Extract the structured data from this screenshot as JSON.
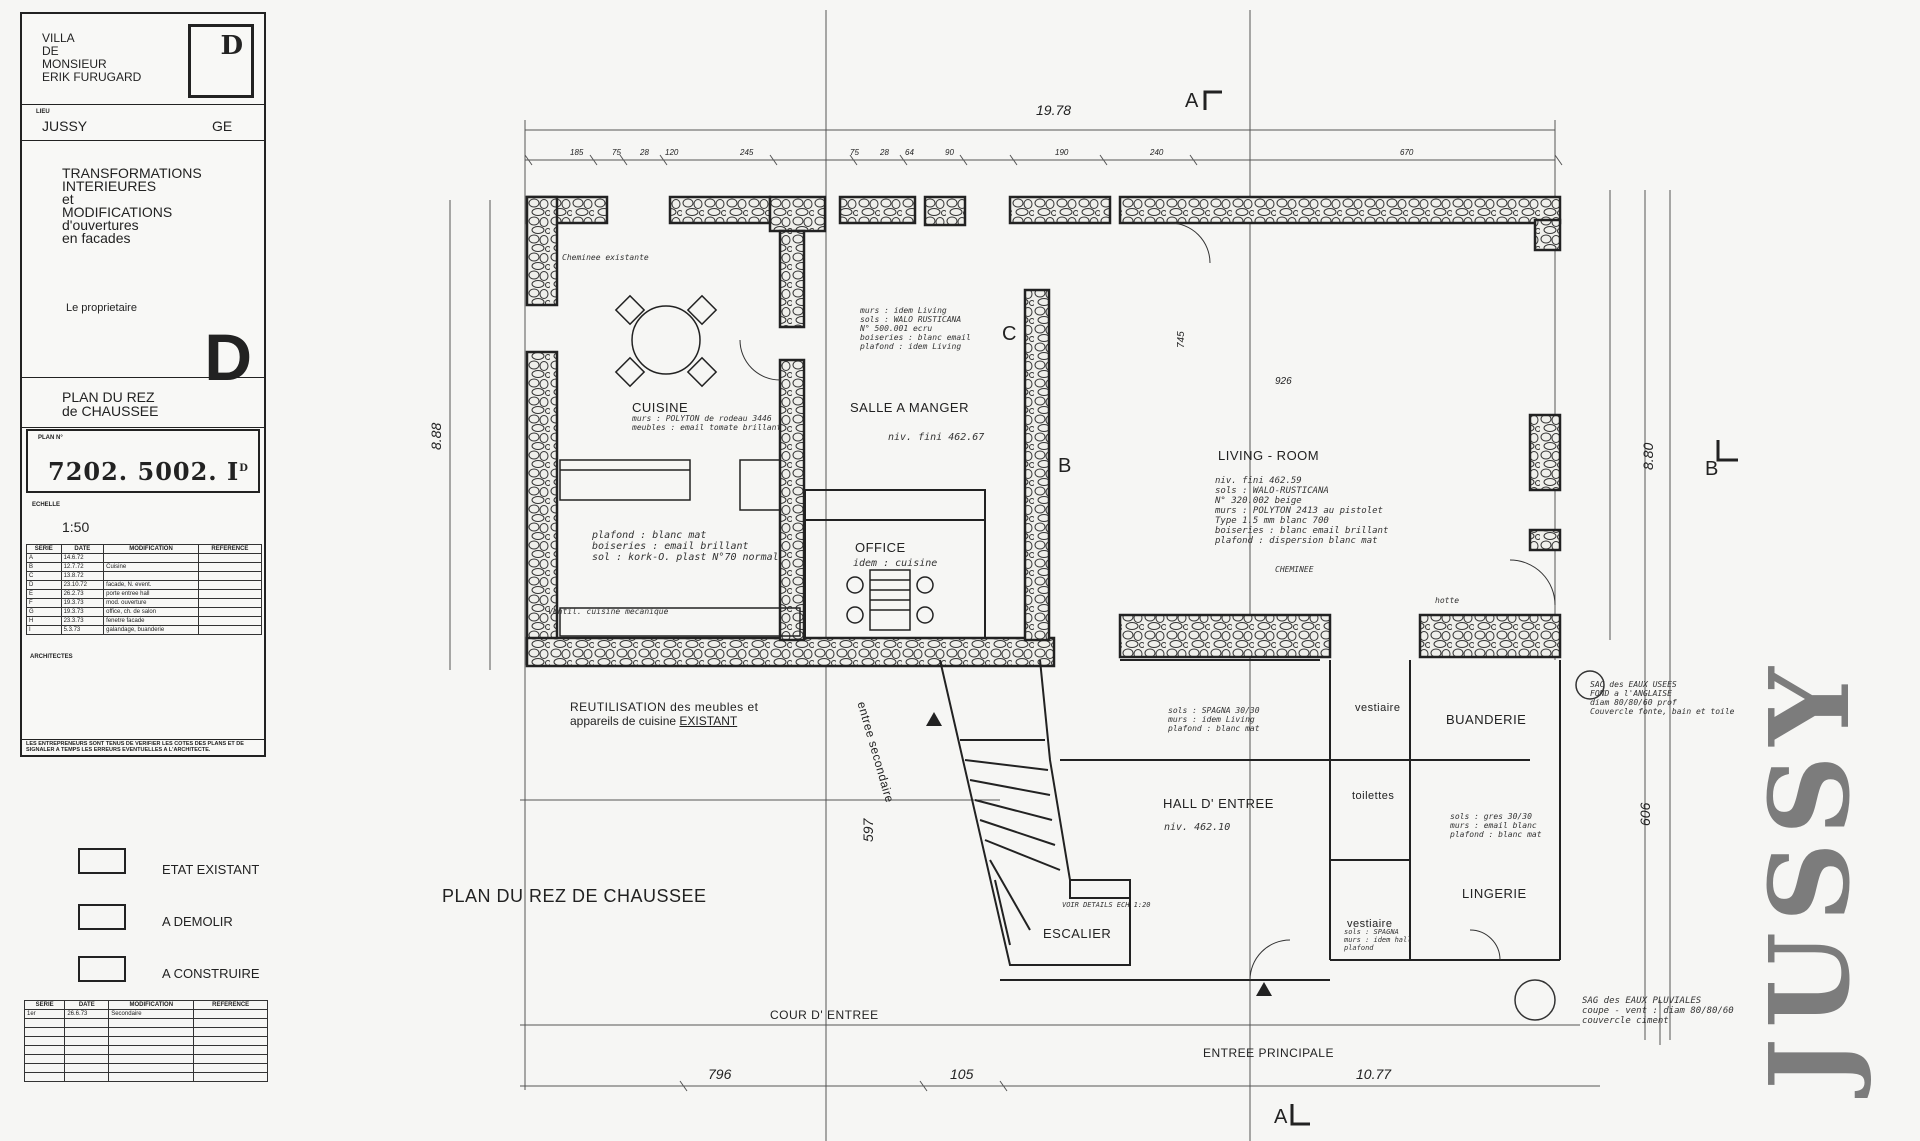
{
  "title_block": {
    "owner": "VILLA\nDE\nMONSIEUR\nERIK FURUGARD",
    "sheet_letter": "D",
    "lieu_label": "LIEU",
    "place": "JUSSY",
    "canton": "GE",
    "description": "TRANSFORMATIONS\nINTERIEURES\net\nMODIFICATIONS\nd'ouvertures\nen facades",
    "owner_label": "Le proprietaire",
    "big_letter": "D",
    "plan_title": "PLAN DU REZ\nde CHAUSSEE",
    "plan_no_label": "PLAN N°",
    "plan_number": "7202. 5002. I",
    "plan_number_sup": "D",
    "scale_label": "ECHELLE",
    "scale": "1:50",
    "architects_label": "ARCHITECTES",
    "mods_headers": [
      "SERIE",
      "DATE",
      "MODIFICATION",
      "REFERENCE"
    ],
    "mods_rows": [
      [
        "A",
        "14.6.72",
        "",
        ""
      ],
      [
        "B",
        "12.7.72",
        "Cuisine",
        ""
      ],
      [
        "C",
        "13.8.72",
        "",
        ""
      ],
      [
        "D",
        "23.10.72",
        "facade, N. event.",
        ""
      ],
      [
        "E",
        "26.2.73",
        "porte entree hall",
        ""
      ],
      [
        "F",
        "19.3.73",
        "mod. ouverture",
        ""
      ],
      [
        "G",
        "19.3.73",
        "office, ch. de salon",
        ""
      ],
      [
        "H",
        "23.3.73",
        "fenetre facade",
        ""
      ],
      [
        "I",
        "5.3.73",
        "galandage, buanderie",
        ""
      ]
    ],
    "disclaimer": "LES ENTREPRENEURS SONT TENUS DE VERIFIER LES COTES DES PLANS ET DE SIGNALER A TEMPS LES ERREURS EVENTUELLES A L'ARCHITECTE."
  },
  "legend": [
    {
      "label": "ETAT EXISTANT"
    },
    {
      "label": "A DEMOLIR"
    },
    {
      "label": "A CONSTRUIRE"
    }
  ],
  "lower_mods": {
    "headers": [
      "SERIE",
      "DATE",
      "MODIFICATION",
      "REFERENCE"
    ],
    "rows": [
      [
        "1er",
        "26.6.73",
        "Secondaire",
        ""
      ]
    ]
  },
  "plan": {
    "rooms": [
      {
        "name": "CUISINE"
      },
      {
        "name": "SALLE A MANGER"
      },
      {
        "name": "OFFICE"
      },
      {
        "name": "LIVING - ROOM"
      },
      {
        "name": "BUANDERIE"
      },
      {
        "name": "HALL D' ENTREE"
      },
      {
        "name": "ESCALIER"
      },
      {
        "name": "LINGERIE"
      },
      {
        "name": "toilettes"
      },
      {
        "name": "vestiaire"
      },
      {
        "name": "vestiaire"
      }
    ],
    "notes": [
      "murs : POLYTON de rodeau 3446\nmeubles : email tomate brillant",
      "plafond : blanc mat\nboiseries : email brillant\nsol : kork-O. plast N°70 normal",
      "murs : idem Living\nsols : WALO RUSTICANA\nN° 500.001 ecru\nboiseries : blanc email\nplafond : idem Living",
      "niv. fini 462.67",
      "idem : cuisine",
      "niv. fini 462.59\nsols : WALO-RUSTICANA\nN° 320.002 beige\nmurs : POLYTON 2413 au pistolet\nType 1.5 mm blanc 700\nboiseries : blanc email brillant\nplafond : dispersion blanc mat",
      "sols : SPAGNA 30/30\nmurs : idem Living\nplafond : blanc mat",
      "niv. 462.10",
      "sols : gres 30/30\nmurs : email blanc\nplafond : blanc mat",
      "Ventil. cuisine mecanique",
      "Cheminee existante",
      "CHEMINEE",
      "hotte",
      "VOIR DETAILS ECH 1:20",
      "SAC des EAUX USEES\nFOND a l'ANGLAISE\ndiam 80/80/60 prof\nCouvercle fonte, bain et toile",
      "SAG des EAUX PLUVIALES\ncoupe - vent : diam 80/80/60\ncouvercle ciment",
      "sols : SPAGNA\nmurs : idem hall\nplafond"
    ],
    "reuse_text_1": "REUTILISATION des meubles et",
    "reuse_text_2": "appareils de cuisine",
    "reuse_text_3": "EXISTANT",
    "entree_secondaire": "entree secondaire",
    "entree_principale": "ENTREE PRINCIPALE",
    "cour": "COUR D' ENTREE",
    "plan_caption": "PLAN DU REZ DE CHAUSSEE",
    "sections": {
      "a_top": "A",
      "a_bottom": "A",
      "b_right": "B",
      "b_left": "B",
      "c_left": "C"
    },
    "dimensions": {
      "top_total": "19.78",
      "left_total": "8.88",
      "right_total": "8.80",
      "bottom_a": "796",
      "bottom_b": "105",
      "bottom_c": "10.77",
      "right_lower": "606",
      "stair": "597",
      "top_segments": [
        "185",
        "75",
        "28",
        "120",
        "245",
        "75",
        "28",
        "64",
        "90",
        "190",
        "240",
        "670"
      ],
      "living_width": "926",
      "living_height": "745"
    },
    "vertical_stamp": "JUSSY"
  }
}
